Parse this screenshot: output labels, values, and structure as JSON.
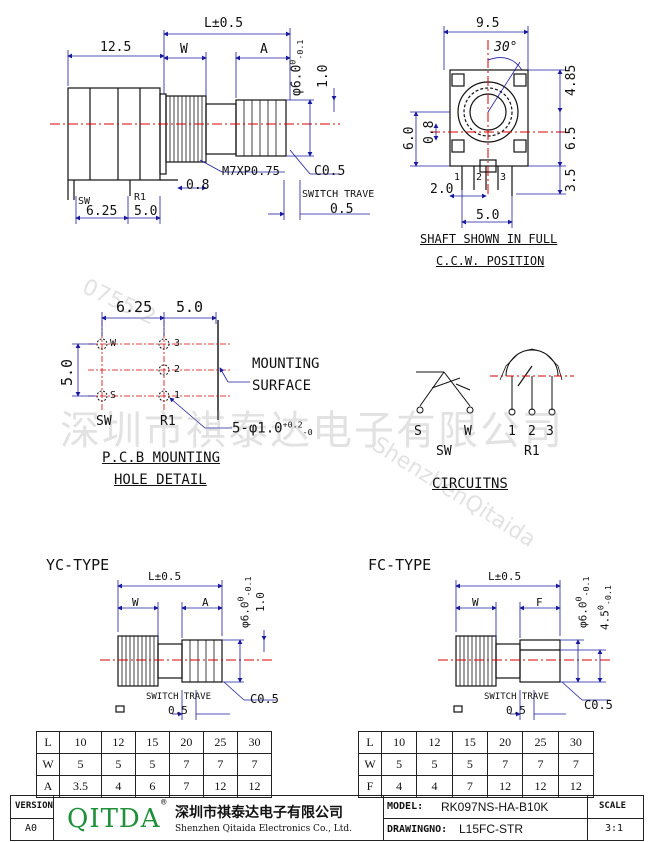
{
  "main_view": {
    "dim_L": "L±0.5",
    "dim_12_5": "12.5",
    "dim_W": "W",
    "dim_A": "A",
    "dim_shaft_dia": "φ6.0",
    "dim_shaft_tol_upper": "0",
    "dim_shaft_tol_lower": "-0.1",
    "dim_1_0": "1.0",
    "thread": "M7XP0.75",
    "chamfer": "C0.5",
    "dim_0_8": "0.8",
    "switch_trave": "SWITCH TRAVE",
    "dim_0_5": "0.5",
    "label_sw": "SW",
    "label_r1": "R1",
    "dim_6_25": "6.25",
    "dim_5_0": "5.0"
  },
  "side_view": {
    "dim_9_5": "9.5",
    "angle": "30°",
    "dim_4_85": "4.85",
    "dim_6_0": "6.0",
    "dim_0_8": "0.8",
    "dim_6_5": "6.5",
    "dim_3_5": "3.5",
    "dim_2_0": "2.0",
    "dim_5_0": "5.0",
    "pin1": "1",
    "pin2": "2",
    "pin3": "3",
    "caption_line1": "SHAFT SHOWN IN FULL",
    "caption_line2": "C.C.W. POSITION"
  },
  "pcb": {
    "dim_6_25": "6.25",
    "dim_5_0_h": "5.0",
    "dim_5_0_v": "5.0",
    "pin_w": "W",
    "pin_s": "S",
    "pin_1": "1",
    "pin_2": "2",
    "pin_3": "3",
    "label_sw": "SW",
    "label_r1": "R1",
    "mounting_line1": "MOUNTING",
    "mounting_line2": "SURFACE",
    "hole_spec": "5-φ1.0",
    "hole_tol_upper": "+0.2",
    "hole_tol_lower": "-0",
    "caption_line1": "P.C.B MOUNTING",
    "caption_line2": "HOLE DETAIL"
  },
  "circuit": {
    "s": "S",
    "w": "W",
    "sw": "SW",
    "p1": "1",
    "p2": "2",
    "p3": "3",
    "r1": "R1",
    "caption": "CIRCUITNS"
  },
  "yc": {
    "title": "YC-TYPE",
    "dim_L": "L±0.5",
    "dim_W": "W",
    "dim_A": "A",
    "dim_dia": "φ6.0",
    "tol_upper": "0",
    "tol_lower": "-0.1",
    "dim_1_0": "1.0",
    "switch_trave": "SWITCH TRAVE",
    "dim_0_5": "0.5",
    "chamfer": "C0.5",
    "table": {
      "rows": [
        {
          "head": "L",
          "values": [
            "10",
            "12",
            "15",
            "20",
            "25",
            "30"
          ]
        },
        {
          "head": "W",
          "values": [
            "5",
            "5",
            "5",
            "7",
            "7",
            "7"
          ]
        },
        {
          "head": "A",
          "values": [
            "3.5",
            "4",
            "6",
            "7",
            "12",
            "12"
          ]
        }
      ]
    }
  },
  "fc": {
    "title": "FC-TYPE",
    "dim_L": "L±0.5",
    "dim_W": "W",
    "dim_F": "F",
    "dim_dia": "φ6.0",
    "tol_upper": "0",
    "tol_lower": "-0.1",
    "dim_flat": "4.5",
    "flat_tol_upper": "0",
    "flat_tol_lower": "-0.1",
    "switch_trave": "SWITCH TRAVE",
    "dim_0_5": "0.5",
    "chamfer": "C0.5",
    "table": {
      "rows": [
        {
          "head": "L",
          "values": [
            "10",
            "12",
            "15",
            "20",
            "25",
            "30"
          ]
        },
        {
          "head": "W",
          "values": [
            "5",
            "5",
            "5",
            "7",
            "7",
            "7"
          ]
        },
        {
          "head": "F",
          "values": [
            "4",
            "4",
            "7",
            "12",
            "12",
            "12"
          ]
        }
      ]
    }
  },
  "title_block": {
    "version_label": "VERSION",
    "version_value": "A0",
    "logo": "QITDA",
    "registered": "®",
    "company_cn": "深圳市祺泰达电子有限公司",
    "company_en": "Shenzhen Qitaida Electronics Co., Ltd.",
    "model_label": "MODEL:",
    "model_value": "RK097NS-HA-B10K",
    "drawing_label": "DRAWINGNO:",
    "drawing_value": "L15FC-STR",
    "scale_label": "SCALE",
    "scale_value": "3:1"
  },
  "watermark": {
    "cn": "深圳市祺泰达电子有限公司",
    "en": "ShenzhenQitaida",
    "phone": "0755-2"
  },
  "colors": {
    "dimension": "#1a1aa0",
    "centerline": "#d40000",
    "logo_green": "#1f8f3a",
    "line": "#111111"
  }
}
